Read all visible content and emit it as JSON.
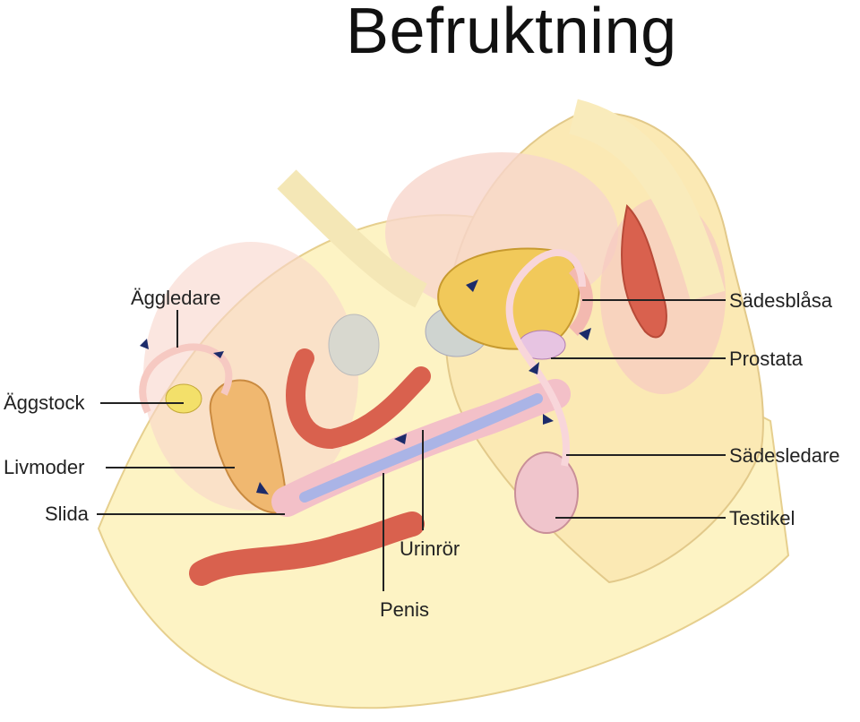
{
  "title": "Befruktning",
  "labels": {
    "aggledare": "Äggledare",
    "aggstock": "Äggstock",
    "livmoder": "Livmoder",
    "slida": "Slida",
    "sadesblasa": "Sädesblåsa",
    "prostata": "Prostata",
    "sadesledare": "Sädesledare",
    "testikel": "Testikel",
    "urinror": "Urinrör",
    "penis": "Penis"
  },
  "colors": {
    "skin_light": "#fdf3c4",
    "skin_mid": "#f7dfa0",
    "tissue_pink": "#f6c9c2",
    "muscle_red": "#d9614e",
    "bladder_yellow": "#f1c95a",
    "urethra_blue": "#aab4e6",
    "line": "#222222"
  }
}
